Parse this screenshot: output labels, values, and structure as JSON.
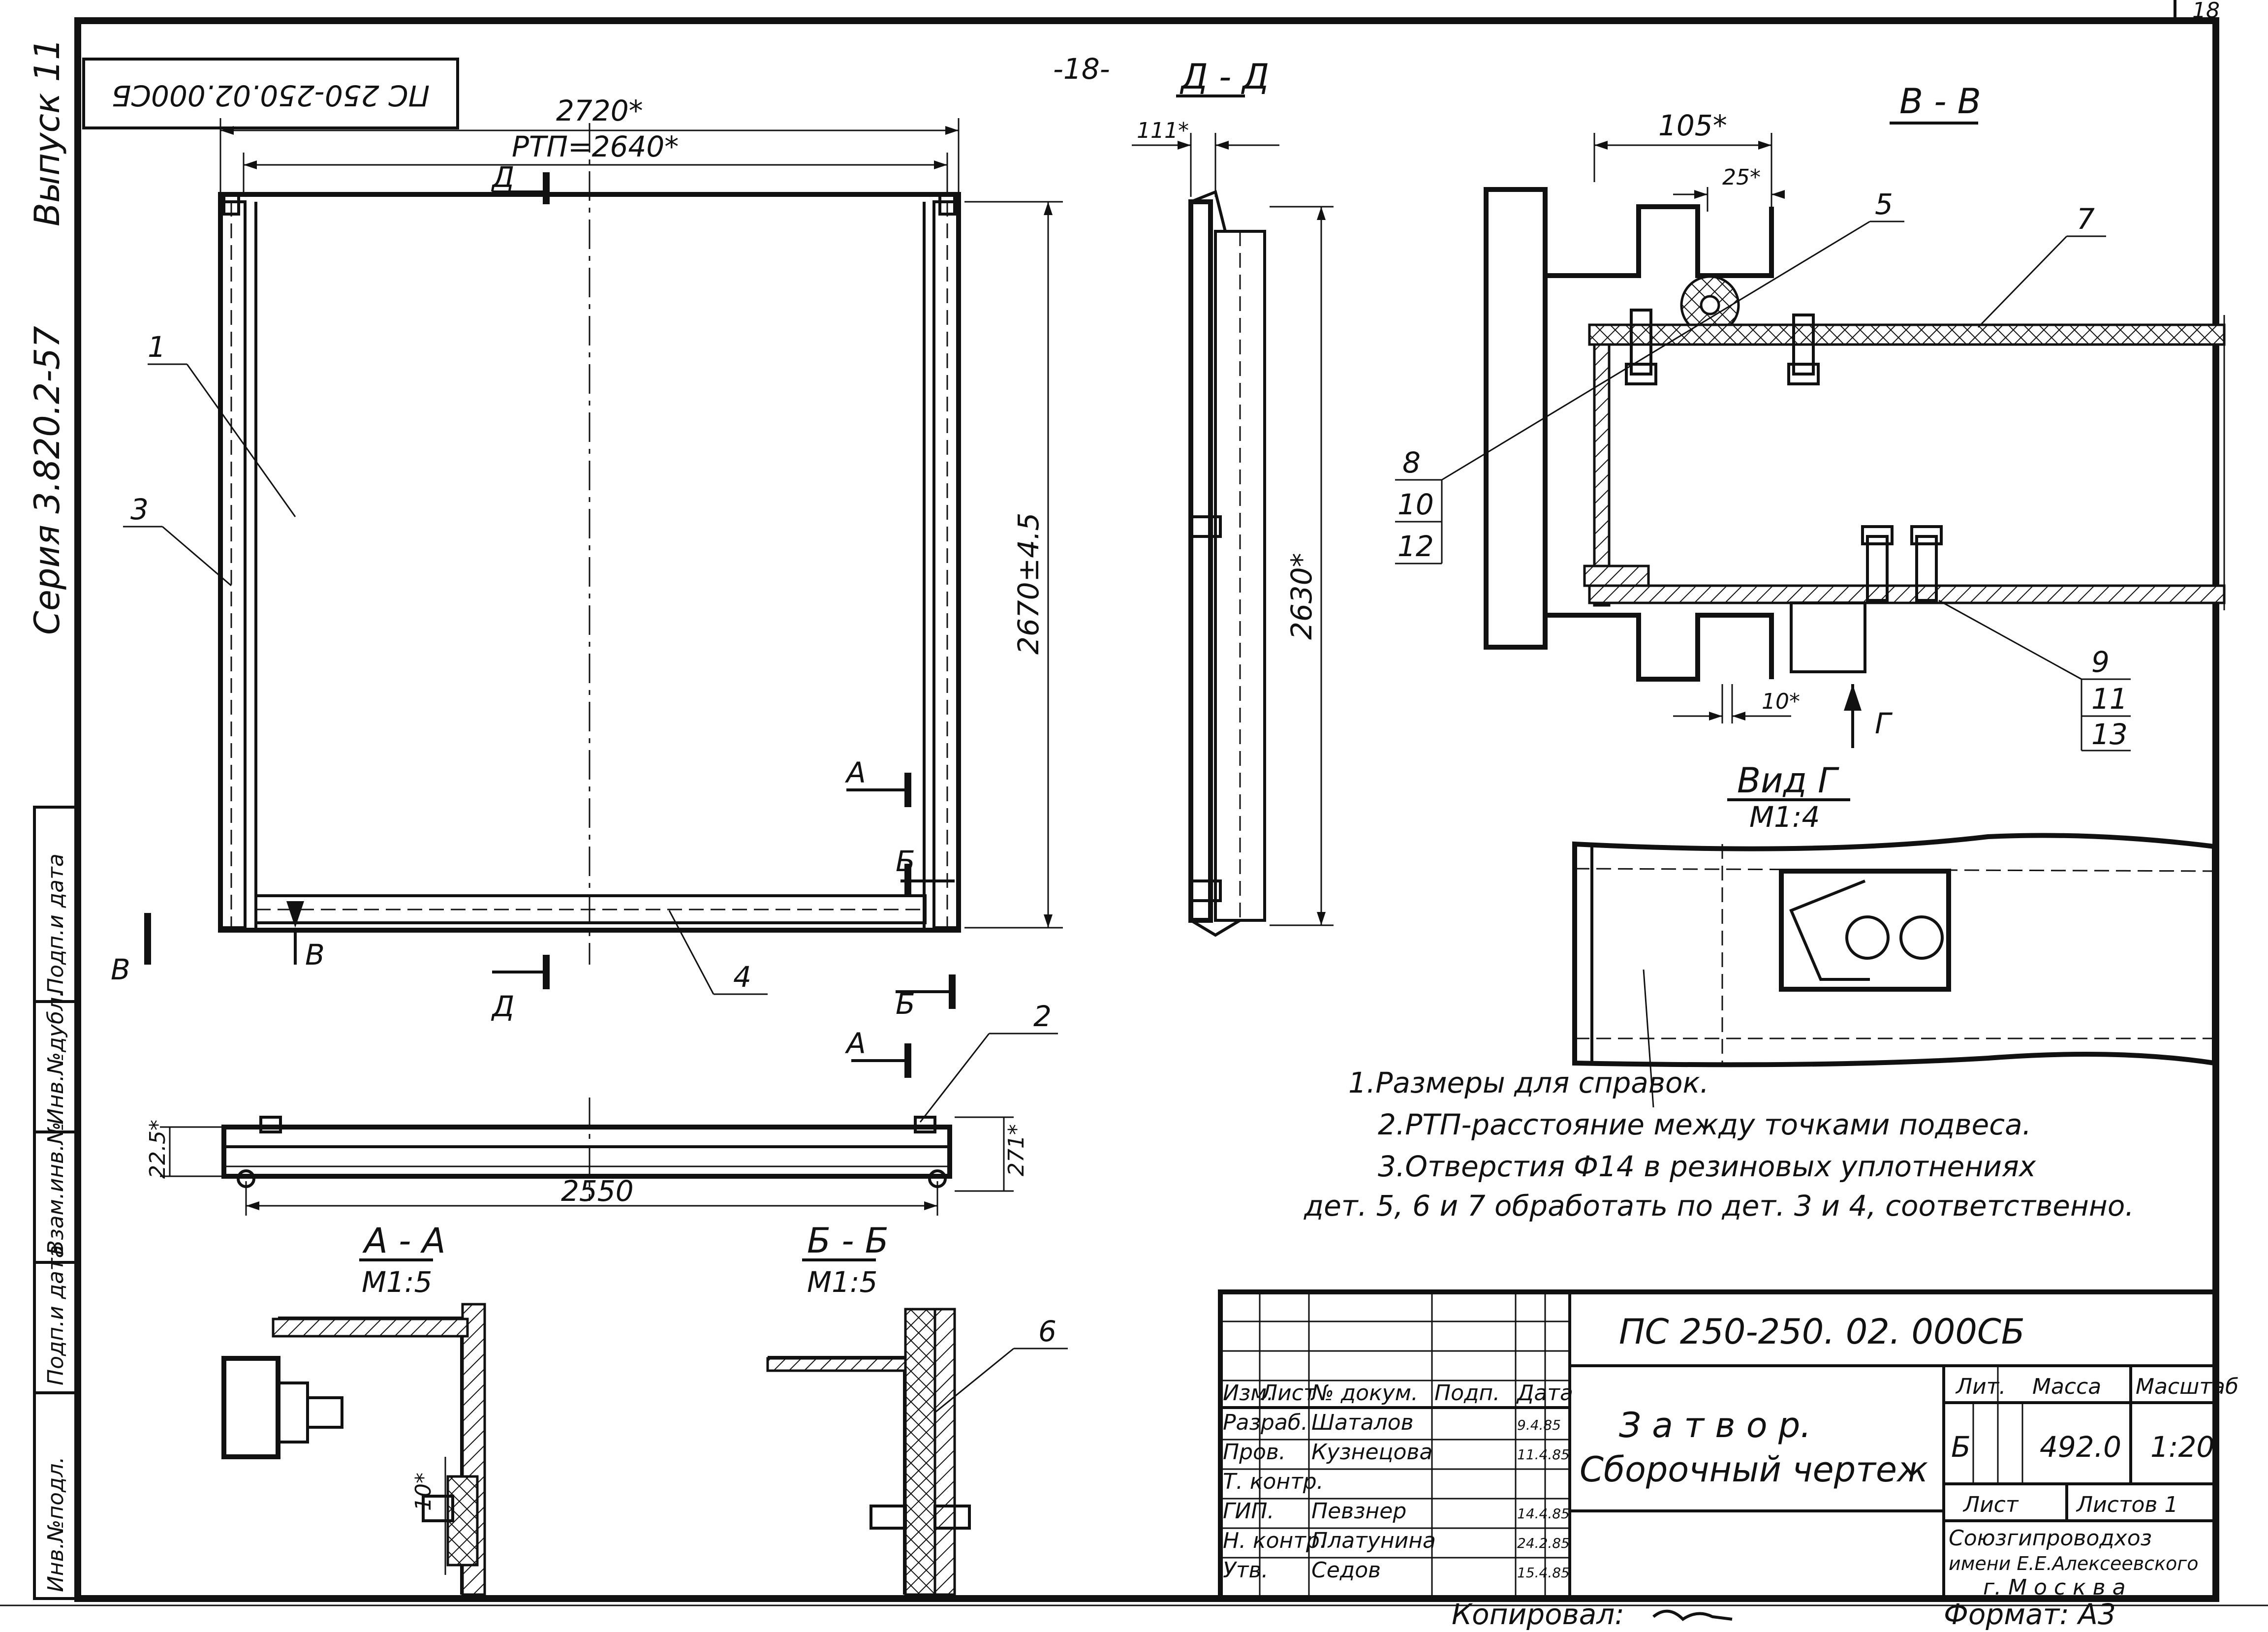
{
  "sheet": {
    "page_number_top": "-18-",
    "sheet_corner_number": "18",
    "stamp_code_rotated": "ПС 250-250.02.000СБ",
    "series_vertical": "Серия 3.820.2-57",
    "issue_vertical": "Выпуск 11",
    "left_strip": [
      "Инв.№подл.",
      "Подп.и дата",
      "Взам.инв.№",
      "Инв.№дубл.",
      "Подп.и дата"
    ]
  },
  "main_view": {
    "dim_total_width": "2720*",
    "dim_rtp": "РТП=2640*",
    "dim_height": "2670±4.5",
    "section_marks": {
      "d": "Д",
      "a": "А",
      "b": "Б",
      "v": "В"
    },
    "leaders": [
      "1",
      "3",
      "4"
    ]
  },
  "section_dd": {
    "title": "Д - Д",
    "dim_top": "111*",
    "dim_height": "2630*"
  },
  "section_vv": {
    "title": "В - В",
    "dim_105": "105*",
    "dim_25": "25*",
    "dim_10": "10*",
    "view_arrow": "Г",
    "leaders_left": [
      "8",
      "10",
      "12"
    ],
    "leaders_right": [
      "9",
      "11",
      "13"
    ],
    "leader_top_5": "5",
    "leader_top_7": "7"
  },
  "view_g": {
    "title": "Вид Г",
    "scale": "М1:4"
  },
  "bottom_view": {
    "dim_width": "2550",
    "dim_left": "22.5*",
    "dim_right": "271*",
    "leader": "2",
    "marks": {
      "a": "А",
      "b": "Б"
    }
  },
  "section_aa": {
    "title": "А - А",
    "scale": "М1:5",
    "dim": "10*"
  },
  "section_bb": {
    "title": "Б - Б",
    "scale": "М1:5",
    "leader": "6"
  },
  "notes": [
    "1.Размеры для справок.",
    "2.РТП-расстояние между точками подвеса.",
    "3.Отверстия Ф14 в резиновых уплотнениях",
    "дет. 5, 6 и 7 обработать по дет. 3 и 4, соответственно."
  ],
  "title_block": {
    "doc_code": "ПС 250-250. 02. 000СБ",
    "name_line1": "З а т в о р.",
    "name_line2": "Сборочный чертеж",
    "headers": {
      "izm": "Изм.",
      "list": "Лист",
      "ndoc": "№ докум.",
      "podp": "Подп.",
      "data": "Дата"
    },
    "rows": [
      {
        "role": "Разраб.",
        "name": "Шаталов",
        "date": "9.4.85"
      },
      {
        "role": "Пров.",
        "name": "Кузнецова",
        "date": "11.4.85"
      },
      {
        "role": "Т. контр.",
        "name": "",
        "date": ""
      },
      {
        "role": "ГИП.",
        "name": "Певзнер",
        "date": "14.4.85"
      },
      {
        "role": "Н. контр.",
        "name": "Платунина",
        "date": "24.2.85"
      },
      {
        "role": "Утв.",
        "name": "Седов",
        "date": "15.4.85"
      }
    ],
    "lit_label": "Лит.",
    "mass_label": "Масса",
    "scale_label": "Масштаб",
    "lit_value": "Б",
    "mass_value": "492.0",
    "scale_value": "1:20",
    "sheet_label": "Лист",
    "sheets_label": "Листов 1",
    "org_line1": "Союзгипроводхоз",
    "org_line2": "имени Е.Е.Алексеевского",
    "org_line3": "г. М о с к в а",
    "copied": "Копировал:",
    "format": "Формат: А3"
  }
}
